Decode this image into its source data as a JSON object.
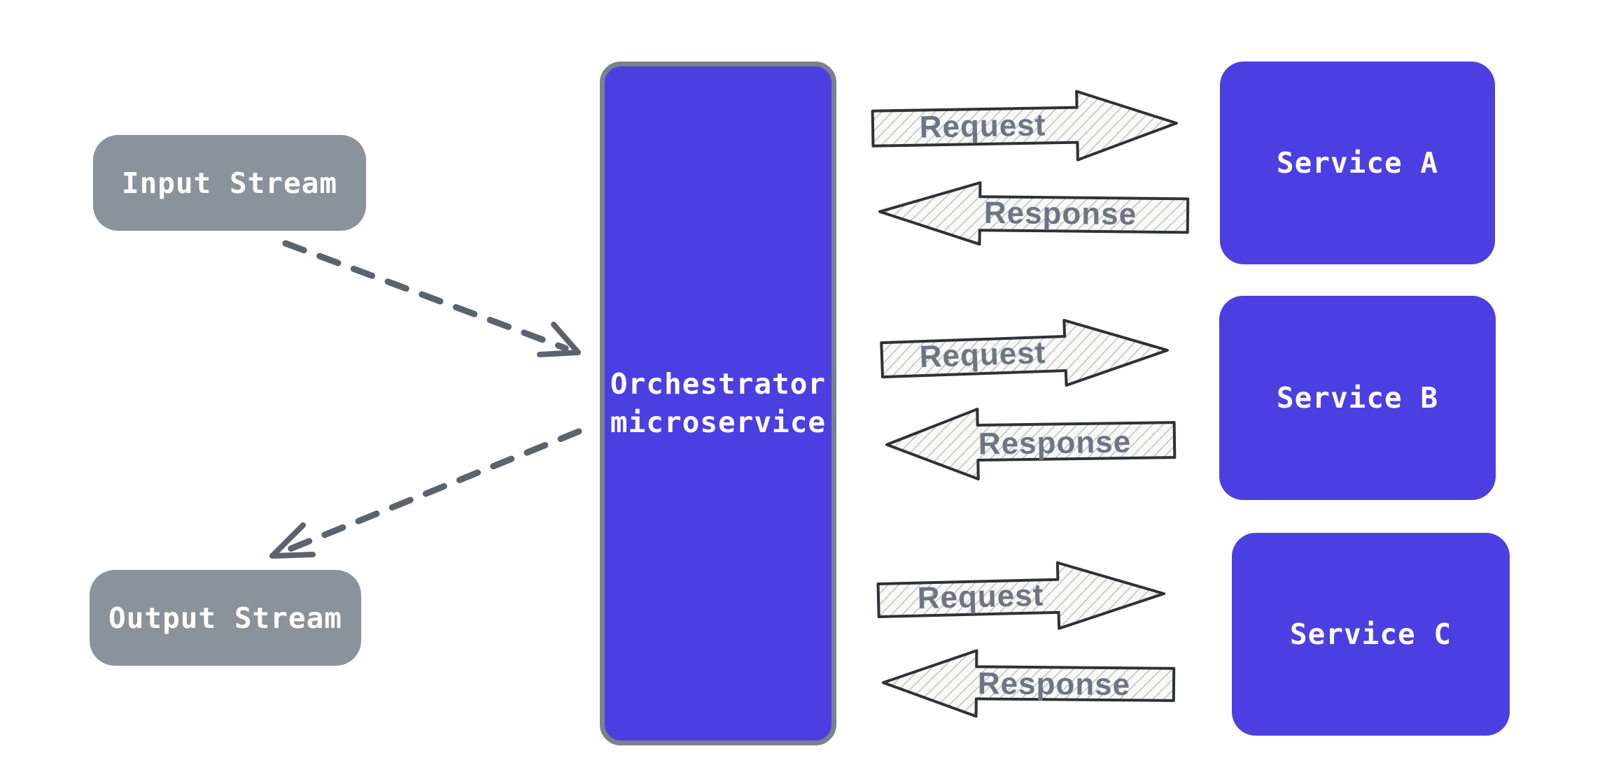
{
  "diagram": {
    "input_stream": {
      "label": "Input Stream"
    },
    "output_stream": {
      "label": "Output Stream"
    },
    "orchestrator": {
      "label": "Orchestrator\nmicroservice"
    },
    "services": [
      {
        "label": "Service A"
      },
      {
        "label": "Service B"
      },
      {
        "label": "Service C"
      }
    ],
    "arrow_pairs": [
      {
        "request": "Request",
        "response": "Response"
      },
      {
        "request": "Request",
        "response": "Response"
      },
      {
        "request": "Request",
        "response": "Response"
      }
    ],
    "colors": {
      "node_purple": "#4C3FE1",
      "node_gray": "#8A929B",
      "orchestrator_border": "#7A828A",
      "connector_gray": "#5C636E",
      "arrow_outline": "#2E3135",
      "arrow_label_gray": "#6E7582",
      "background": "#FFFFFF"
    }
  }
}
